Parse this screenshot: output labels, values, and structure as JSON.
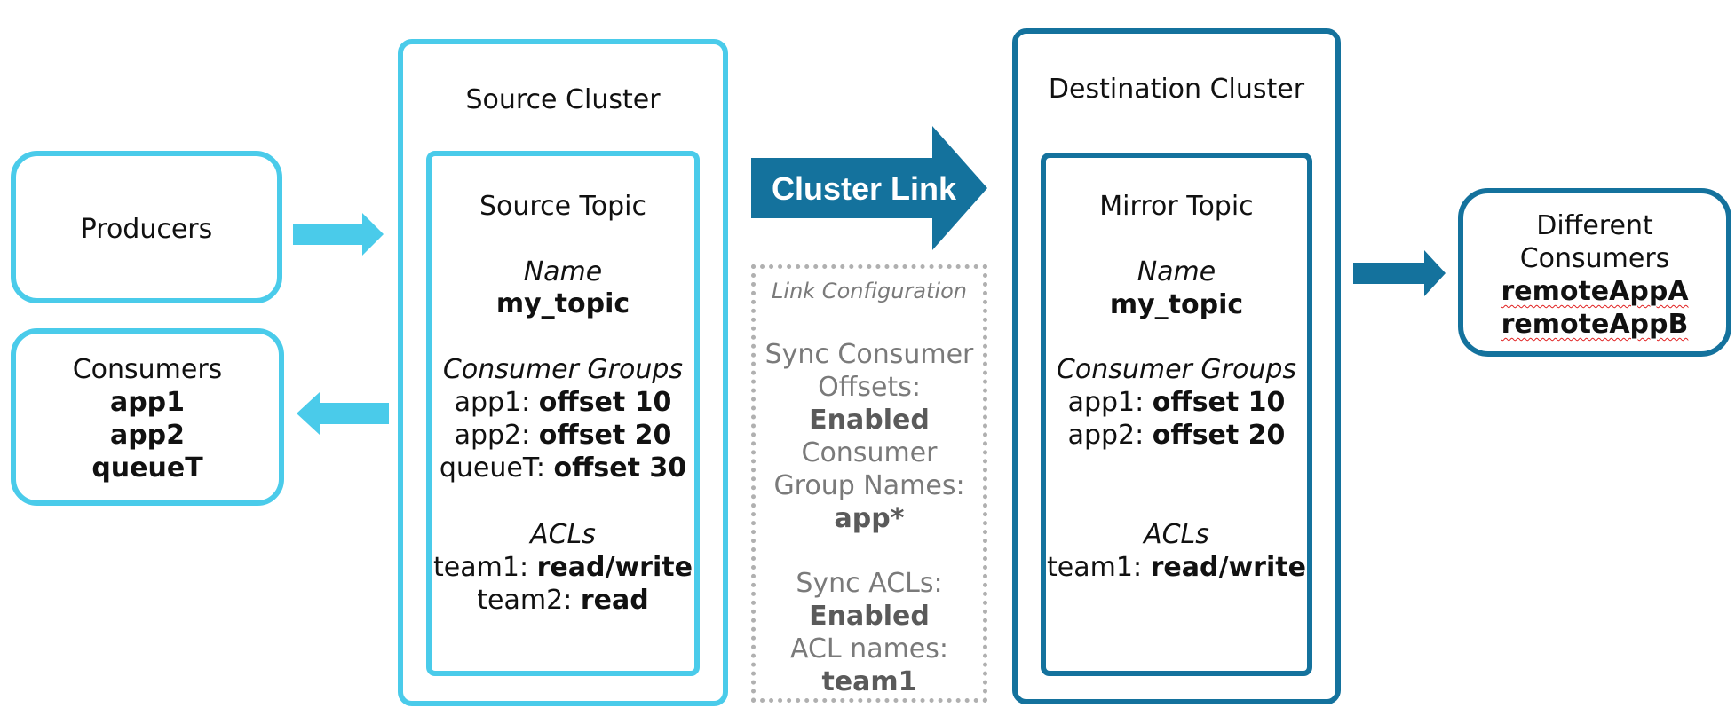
{
  "colors": {
    "light_accent": "#4acbea",
    "dark_accent": "#14729d",
    "config_text": "#7a7a7a"
  },
  "producers": {
    "label": "Producers"
  },
  "consumers": {
    "title": "Consumers",
    "apps": [
      "app1",
      "app2",
      "queueT"
    ]
  },
  "source_cluster": {
    "title": "Source Cluster",
    "topic": {
      "title": "Source Topic",
      "name_label": "Name",
      "name": "my_topic",
      "groups_label": "Consumer Groups",
      "groups": [
        {
          "app": "app1:",
          "offset": "offset 10"
        },
        {
          "app": "app2:",
          "offset": "offset 20"
        },
        {
          "app": "queueT:",
          "offset": "offset 30"
        }
      ],
      "acls_label": "ACLs",
      "acls": [
        {
          "team": "team1:",
          "perm": "read/write"
        },
        {
          "team": "team2:",
          "perm": "read"
        }
      ]
    }
  },
  "cluster_link": {
    "label": "Cluster Link",
    "config": {
      "title": "Link Configuration",
      "sync_offsets_l1": "Sync Consumer",
      "sync_offsets_l2": "Offsets:",
      "sync_offsets_value": "Enabled",
      "group_names_l1": "Consumer",
      "group_names_l2": "Group Names:",
      "group_names_value": "app*",
      "sync_acls": "Sync ACLs:",
      "sync_acls_value": "Enabled",
      "acl_names": "ACL names:",
      "acl_names_value": "team1"
    }
  },
  "destination_cluster": {
    "title": "Destination Cluster",
    "topic": {
      "title": "Mirror Topic",
      "name_label": "Name",
      "name": "my_topic",
      "groups_label": "Consumer Groups",
      "groups": [
        {
          "app": "app1:",
          "offset": "offset 10"
        },
        {
          "app": "app2:",
          "offset": "offset 20"
        }
      ],
      "acls_label": "ACLs",
      "acls": [
        {
          "team": "team1:",
          "perm": "read/write"
        }
      ]
    }
  },
  "different_consumers": {
    "title_l1": "Different",
    "title_l2": "Consumers",
    "apps": [
      "remoteAppA",
      "remoteAppB"
    ]
  }
}
